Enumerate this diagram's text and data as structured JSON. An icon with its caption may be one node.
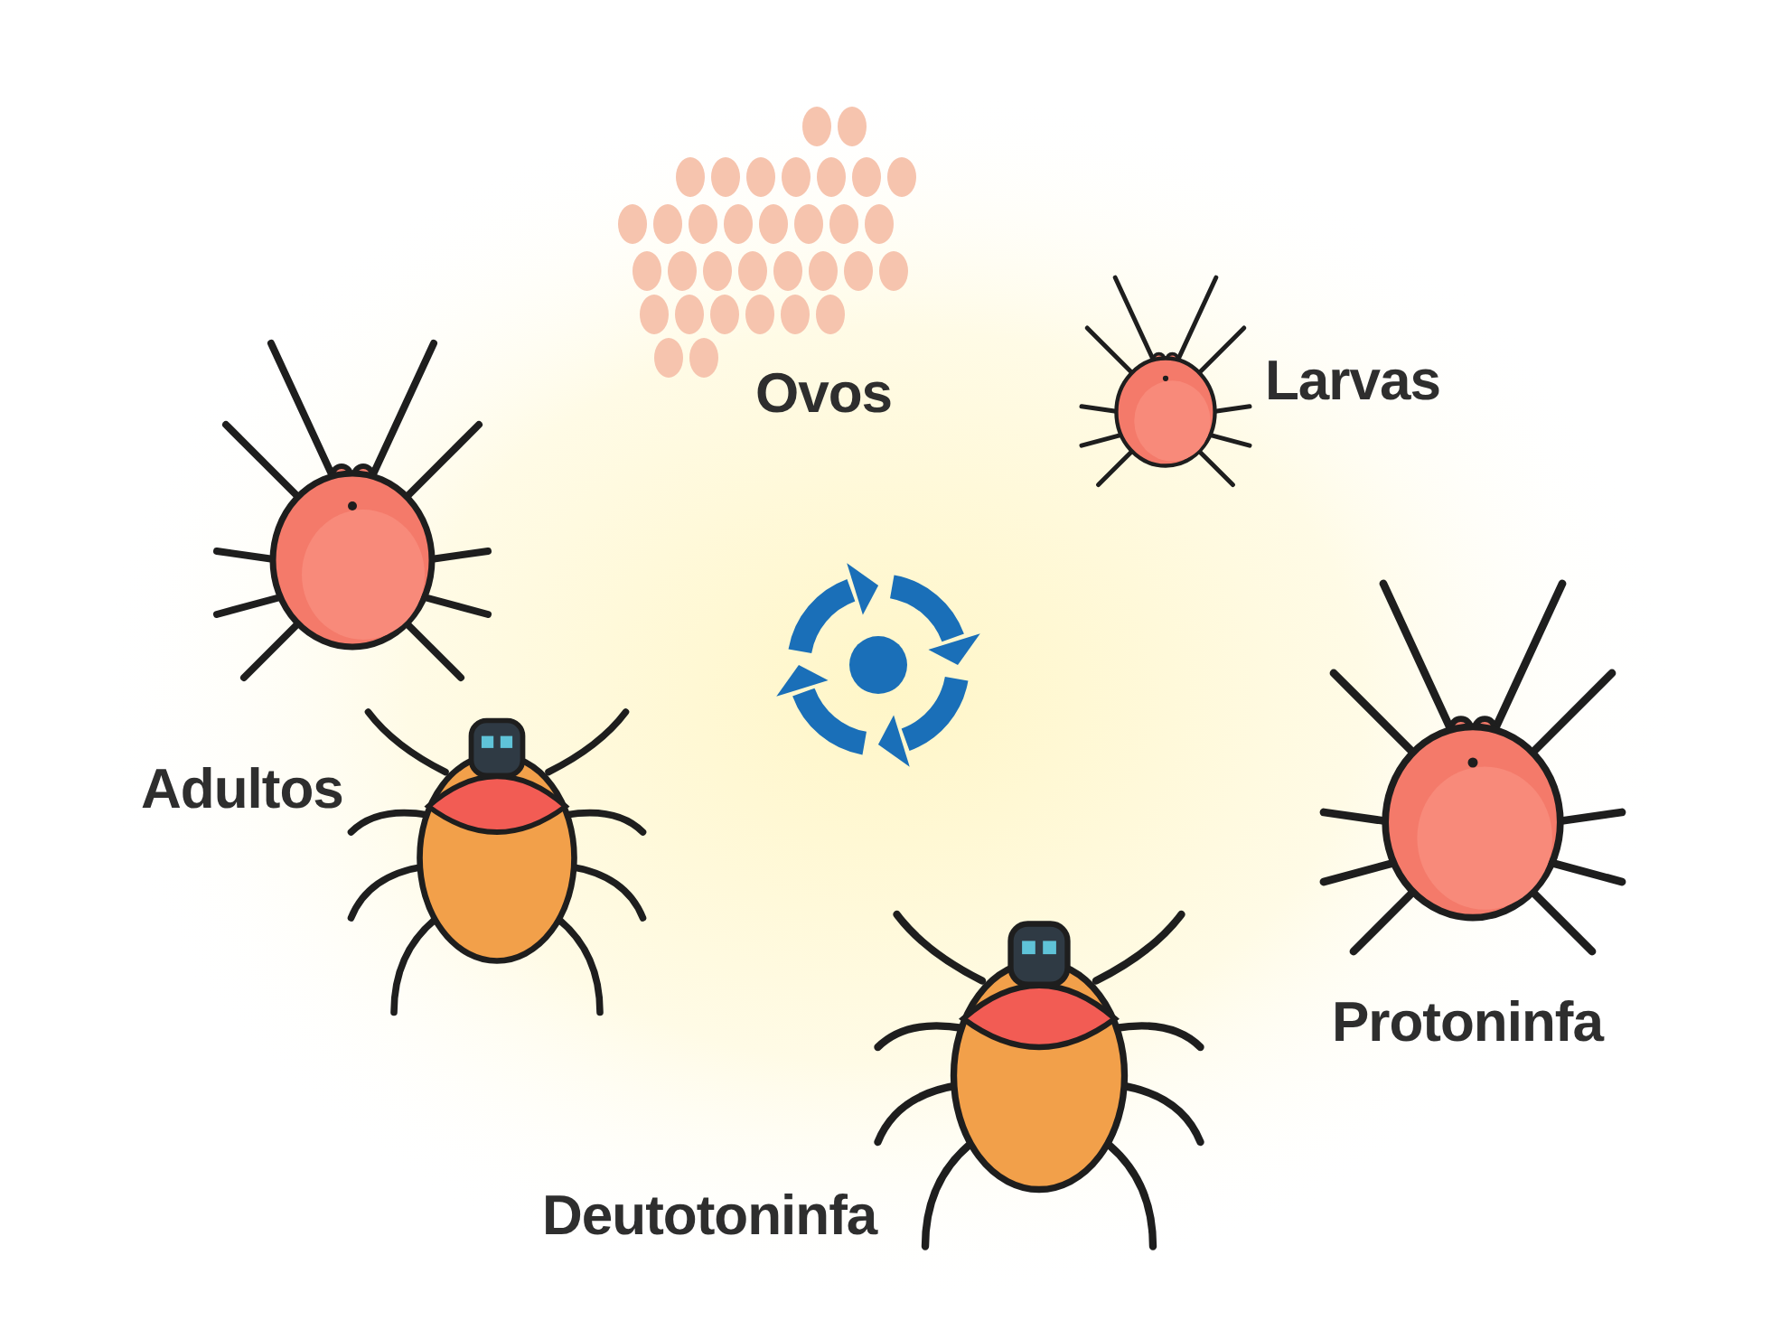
{
  "diagram": {
    "labels": [
      "Ovos",
      "Larvas",
      "Adultos",
      "Protoninfa",
      "Deutotoninfa"
    ]
  }
}
